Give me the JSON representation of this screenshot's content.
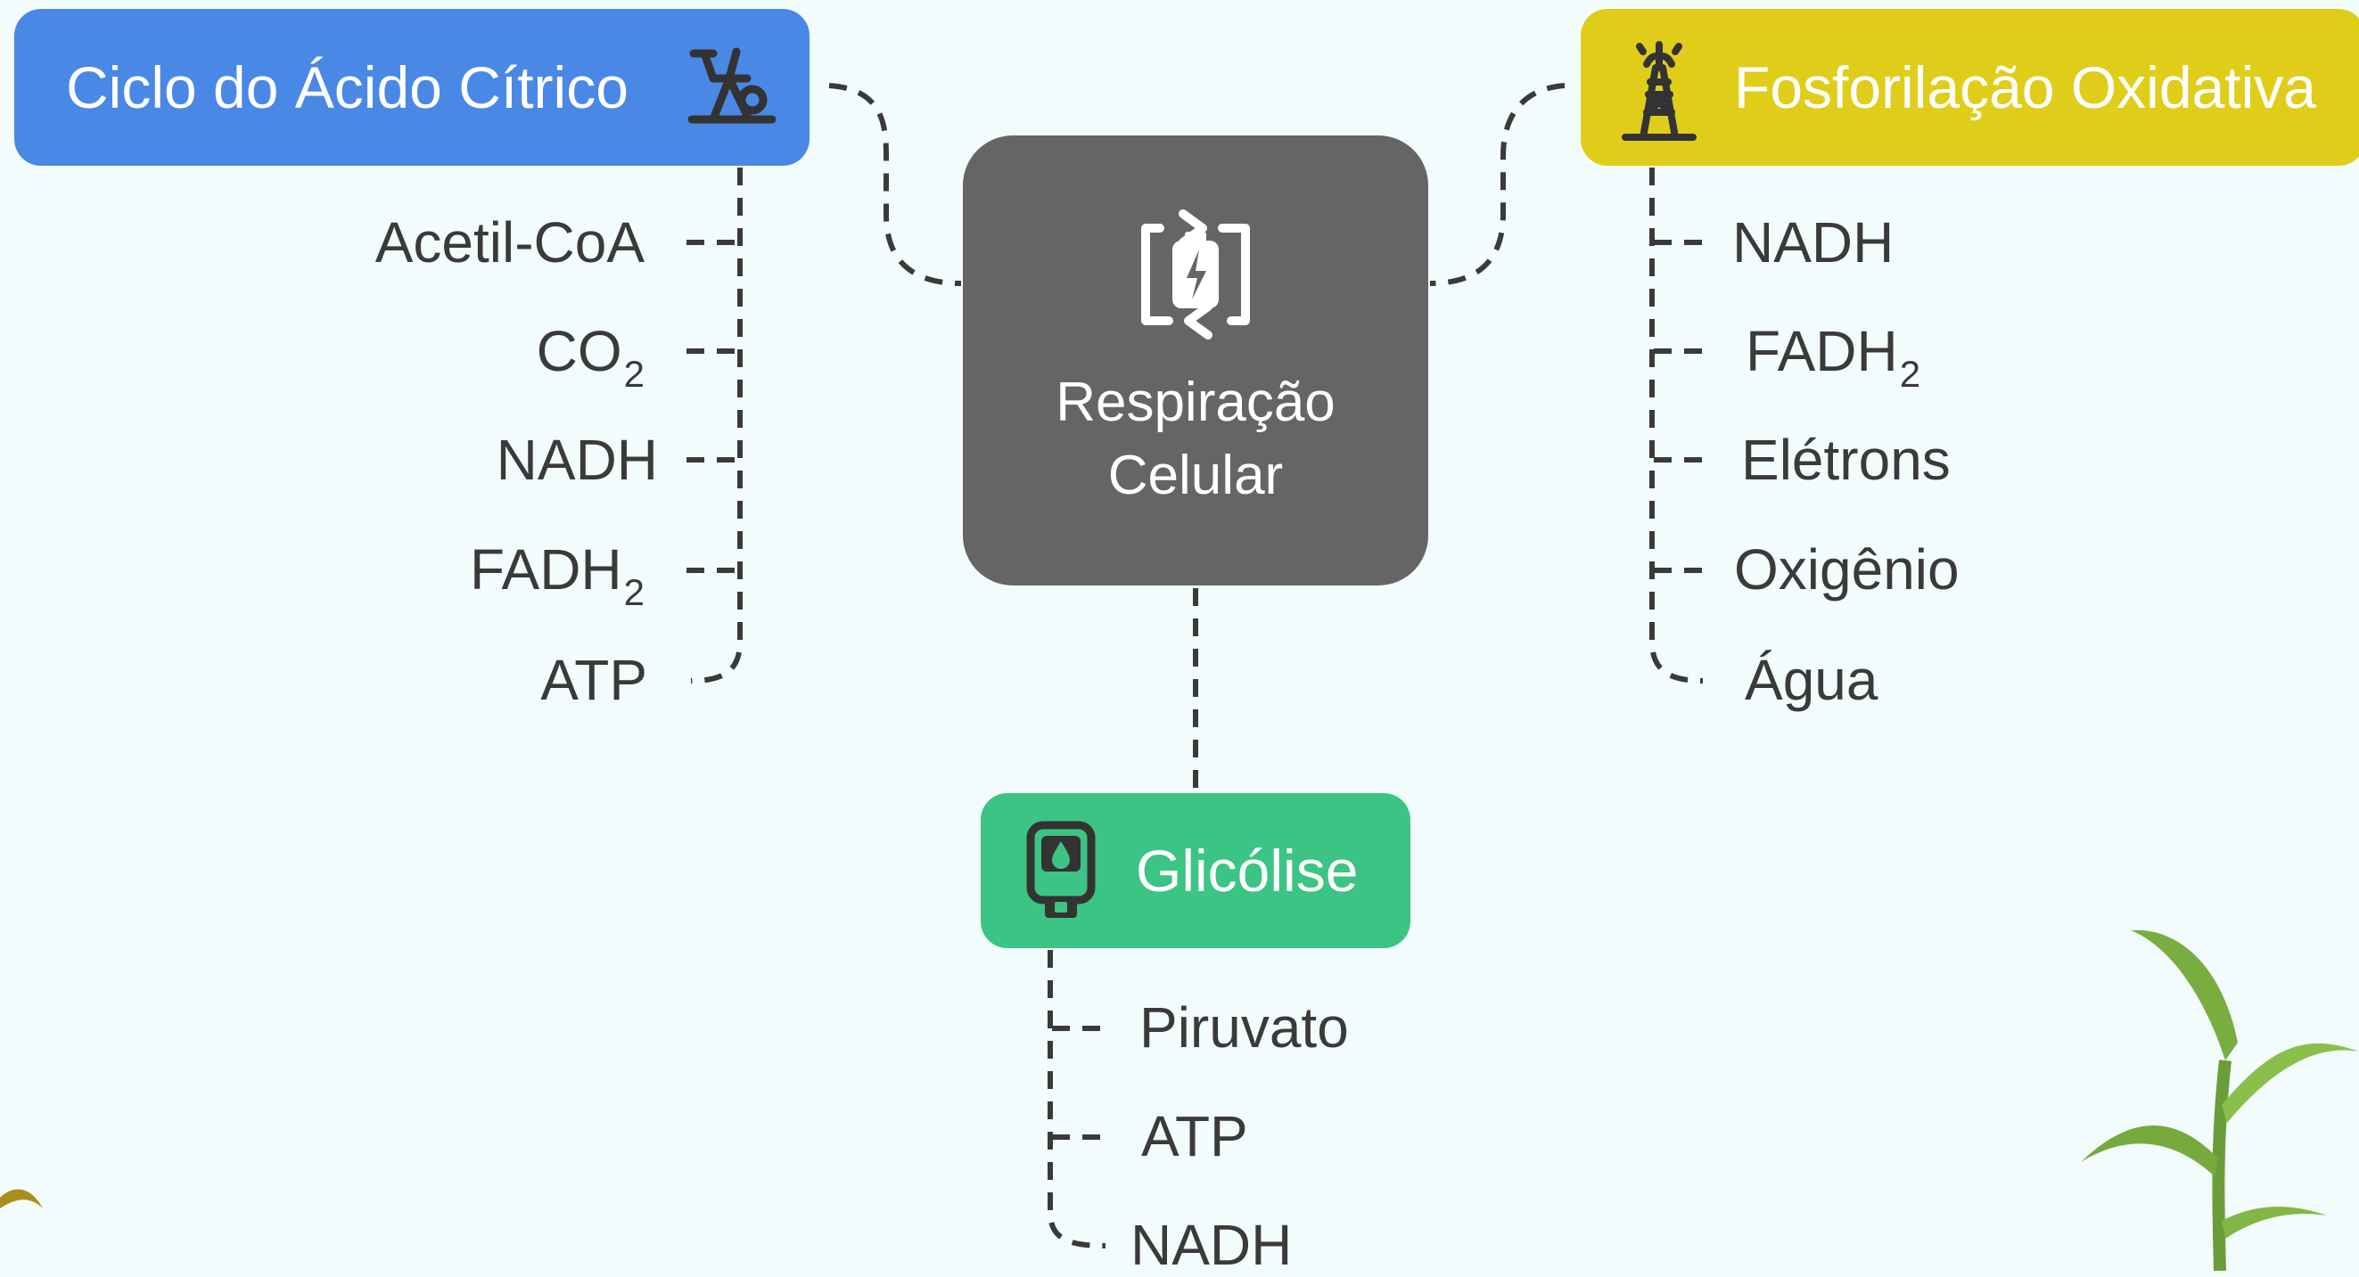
{
  "center": {
    "title_line1": "Respiração",
    "title_line2": "Celular",
    "icon": "battery-cycle-icon"
  },
  "citric_cycle": {
    "title": "Ciclo do Ácido Cítrico",
    "icon": "exercise-bike-icon",
    "color": "#4a88e5",
    "items": [
      {
        "text": "Acetil-CoA",
        "sub": ""
      },
      {
        "text": "CO",
        "sub": "2"
      },
      {
        "text": "NADH",
        "sub": ""
      },
      {
        "text": "FADH",
        "sub": "2"
      },
      {
        "text": "ATP",
        "sub": ""
      }
    ]
  },
  "oxidative_phosphorylation": {
    "title": "Fosforilação Oxidativa",
    "icon": "oil-rig-icon",
    "color": "#e0cd1a",
    "items": [
      {
        "text": "NADH",
        "sub": ""
      },
      {
        "text": "FADH",
        "sub": "2"
      },
      {
        "text": "Elétrons",
        "sub": ""
      },
      {
        "text": "Oxigênio",
        "sub": ""
      },
      {
        "text": "Água",
        "sub": ""
      }
    ]
  },
  "glycolysis": {
    "title": "Glicólise",
    "icon": "glucose-meter-icon",
    "color": "#3cc484",
    "items": [
      {
        "text": "Piruvato",
        "sub": ""
      },
      {
        "text": "ATP",
        "sub": ""
      },
      {
        "text": "NADH",
        "sub": ""
      }
    ]
  },
  "colors": {
    "center_card": "#656565",
    "background": "#f3fcfc",
    "text": "#3a3a3a",
    "connector": "#3a3a3a"
  }
}
